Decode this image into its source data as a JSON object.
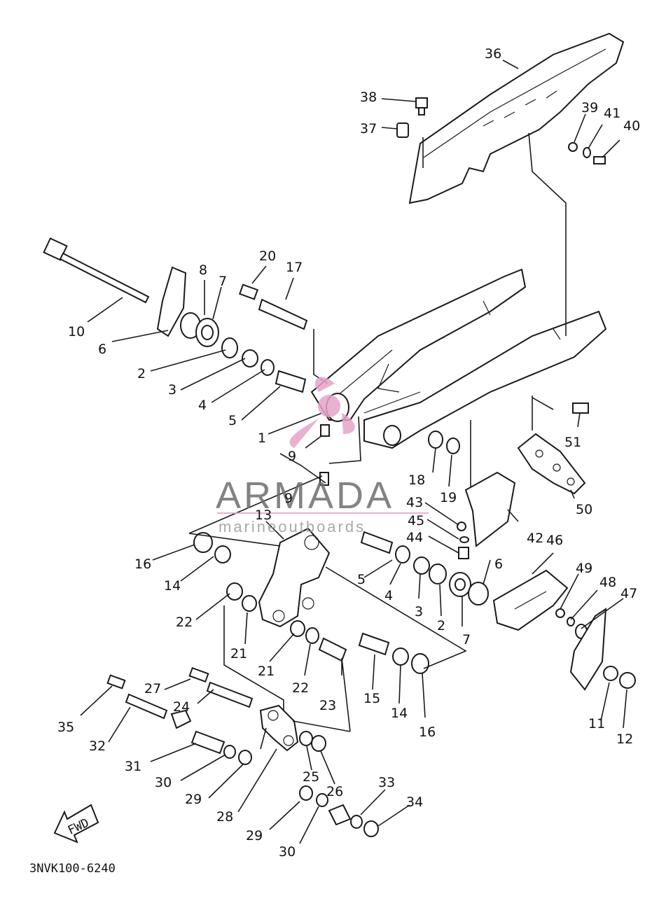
{
  "diagram_code": "3NVK100-6240",
  "direction_arrow_label": "FWD",
  "watermark": {
    "brand": "ARMADA",
    "tagline": "marineoutboards",
    "brand_color": "#6e6e6e",
    "logo_color": "#e6a4c8"
  },
  "callouts": [
    {
      "id": "c36",
      "label": "36"
    },
    {
      "id": "c38",
      "label": "38"
    },
    {
      "id": "c37",
      "label": "37"
    },
    {
      "id": "c39",
      "label": "39"
    },
    {
      "id": "c41",
      "label": "41"
    },
    {
      "id": "c40",
      "label": "40"
    },
    {
      "id": "c20",
      "label": "20"
    },
    {
      "id": "c17",
      "label": "17"
    },
    {
      "id": "c8",
      "label": "8"
    },
    {
      "id": "c7a",
      "label": "7"
    },
    {
      "id": "c10",
      "label": "10"
    },
    {
      "id": "c6a",
      "label": "6"
    },
    {
      "id": "c2a",
      "label": "2"
    },
    {
      "id": "c3a",
      "label": "3"
    },
    {
      "id": "c4a",
      "label": "4"
    },
    {
      "id": "c5a",
      "label": "5"
    },
    {
      "id": "c1",
      "label": "1"
    },
    {
      "id": "c9a",
      "label": "9"
    },
    {
      "id": "c9b",
      "label": "9"
    },
    {
      "id": "c51",
      "label": "51"
    },
    {
      "id": "c18",
      "label": "18"
    },
    {
      "id": "c19",
      "label": "19"
    },
    {
      "id": "c43",
      "label": "43"
    },
    {
      "id": "c45",
      "label": "45"
    },
    {
      "id": "c44",
      "label": "44"
    },
    {
      "id": "c42",
      "label": "42"
    },
    {
      "id": "c50",
      "label": "50"
    },
    {
      "id": "c13",
      "label": "13"
    },
    {
      "id": "c16a",
      "label": "16"
    },
    {
      "id": "c14a",
      "label": "14"
    },
    {
      "id": "c22a",
      "label": "22"
    },
    {
      "id": "c21a",
      "label": "21"
    },
    {
      "id": "c21b",
      "label": "21"
    },
    {
      "id": "c22b",
      "label": "22"
    },
    {
      "id": "c23",
      "label": "23"
    },
    {
      "id": "c5b",
      "label": "5"
    },
    {
      "id": "c4b",
      "label": "4"
    },
    {
      "id": "c3b",
      "label": "3"
    },
    {
      "id": "c2b",
      "label": "2"
    },
    {
      "id": "c7b",
      "label": "7"
    },
    {
      "id": "c6b",
      "label": "6"
    },
    {
      "id": "c46",
      "label": "46"
    },
    {
      "id": "c49",
      "label": "49"
    },
    {
      "id": "c48",
      "label": "48"
    },
    {
      "id": "c47",
      "label": "47"
    },
    {
      "id": "c15",
      "label": "15"
    },
    {
      "id": "c14b",
      "label": "14"
    },
    {
      "id": "c16b",
      "label": "16"
    },
    {
      "id": "c11",
      "label": "11"
    },
    {
      "id": "c12",
      "label": "12"
    },
    {
      "id": "c27",
      "label": "27"
    },
    {
      "id": "c24",
      "label": "24"
    },
    {
      "id": "c35",
      "label": "35"
    },
    {
      "id": "c32",
      "label": "32"
    },
    {
      "id": "c31",
      "label": "31"
    },
    {
      "id": "c30a",
      "label": "30"
    },
    {
      "id": "c29a",
      "label": "29"
    },
    {
      "id": "c28",
      "label": "28"
    },
    {
      "id": "c25",
      "label": "25"
    },
    {
      "id": "c26",
      "label": "26"
    },
    {
      "id": "c33",
      "label": "33"
    },
    {
      "id": "c34",
      "label": "34"
    },
    {
      "id": "c29b",
      "label": "29"
    },
    {
      "id": "c30b",
      "label": "30"
    }
  ]
}
